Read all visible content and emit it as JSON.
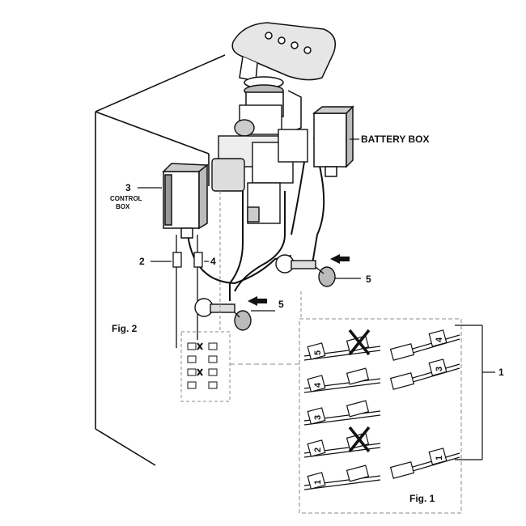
{
  "labels": {
    "battery_box": "BATTERY BOX",
    "control_box_num": "3",
    "control_box_line1": "CONTROL",
    "control_box_line2": "BOX",
    "callout_1": "1",
    "callout_2": "2",
    "callout_4": "4",
    "callout_5_right": "5",
    "callout_5_left": "5",
    "fig2": "Fig. 2",
    "fig1": "Fig. 1"
  },
  "fig1_connectors": [
    {
      "tag": "5",
      "crossed": true
    },
    {
      "tag": "4",
      "crossed": false
    },
    {
      "tag": "3",
      "crossed": false
    },
    {
      "tag": "2",
      "crossed": true
    },
    {
      "tag": "1",
      "crossed": false
    }
  ],
  "fig1_right_tags": [
    "4",
    "3",
    "1"
  ],
  "colors": {
    "line": "#111111",
    "dash": "#888888",
    "fill": "#ffffff",
    "shade": "#d8d8d8"
  }
}
